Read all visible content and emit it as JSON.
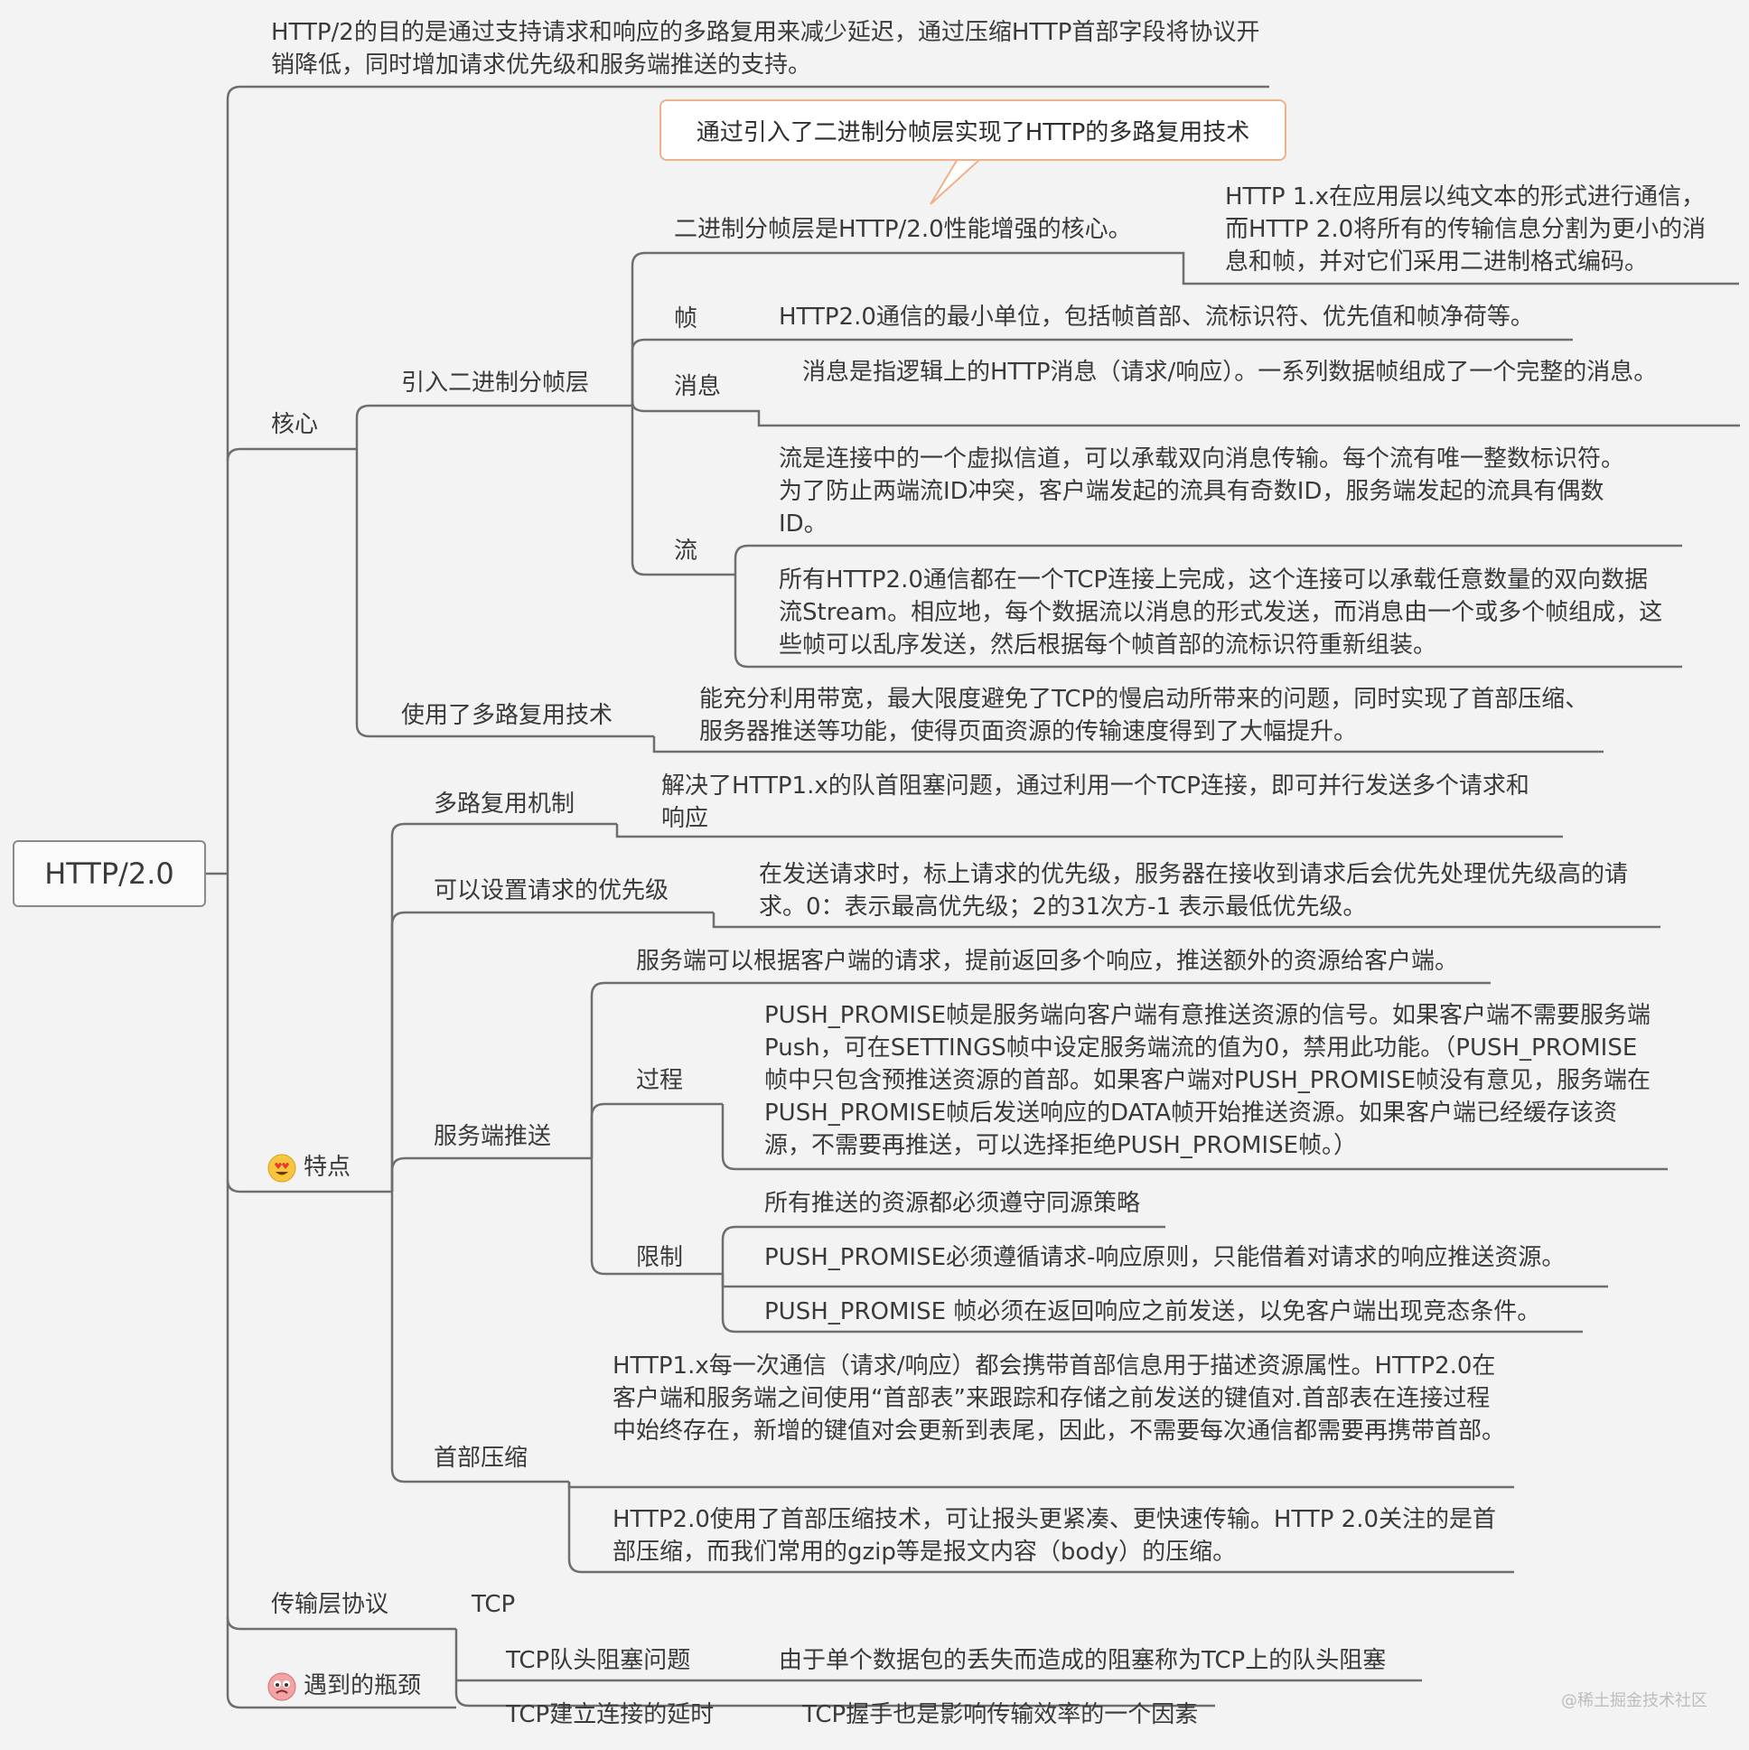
{
  "root": "HTTP/2.0",
  "intro": "HTTP/2的目的是通过支持请求和响应的多路复用来减少延迟，通过压缩HTTP首部字段将协议开销降低，同时增加请求优先级和服务端推送的支持。",
  "core": {
    "label": "核心",
    "binary_framing": {
      "label": "引入二进制分帧层",
      "callout": "通过引入了二进制分帧层实现了HTTP的多路复用技术",
      "summary": "二进制分帧层是HTTP/2.0性能增强的核心。",
      "summary_detail": "HTTP 1.x在应用层以纯文本的形式进行通信，而HTTP 2.0将所有的传输信息分割为更小的消息和帧，并对它们采用二进制格式编码。",
      "frame_label": "帧",
      "frame_desc": "HTTP2.0通信的最小单位，包括帧首部、流标识符、优先值和帧净荷等。",
      "message_label": "消息",
      "message_desc": "消息是指逻辑上的HTTP消息（请求/响应）。一系列数据帧组成了一个完整的消息。",
      "stream_label": "流",
      "stream_desc1": "流是连接中的一个虚拟信道，可以承载双向消息传输。每个流有唯一整数标识符。为了防止两端流ID冲突，客户端发起的流具有奇数ID，服务端发起的流具有偶数ID。",
      "stream_desc2": "所有HTTP2.0通信都在一个TCP连接上完成，这个连接可以承载任意数量的双向数据流Stream。相应地，每个数据流以消息的形式发送，而消息由一个或多个帧组成，这些帧可以乱序发送，然后根据每个帧首部的流标识符重新组装。"
    },
    "multiplex": {
      "label": "使用了多路复用技术",
      "desc": "能充分利用带宽，最大限度避免了TCP的慢启动所带来的问题，同时实现了首部压缩、服务器推送等功能，使得页面资源的传输速度得到了大幅提升。"
    }
  },
  "features": {
    "label": "特点",
    "multiplex": {
      "label": "多路复用机制",
      "desc": "解决了HTTP1.x的队首阻塞问题，通过利用一个TCP连接，即可并行发送多个请求和响应"
    },
    "priority": {
      "label": "可以设置请求的优先级",
      "desc": "在发送请求时，标上请求的优先级，服务器在接收到请求后会优先处理优先级高的请求。0：表示最高优先级；2的31次方-1 表示最低优先级。"
    },
    "push": {
      "label": "服务端推送",
      "desc": "服务端可以根据客户端的请求，提前返回多个响应，推送额外的资源给客户端。",
      "process_label": "过程",
      "process_desc": "PUSH_PROMISE帧是服务端向客户端有意推送资源的信号。如果客户端不需要服务端Push，可在SETTINGS帧中设定服务端流的值为0，禁用此功能。（PUSH_PROMISE帧中只包含预推送资源的首部。如果客户端对PUSH_PROMISE帧没有意见，服务端在PUSH_PROMISE帧后发送响应的DATA帧开始推送资源。如果客户端已经缓存该资源，不需要再推送，可以选择拒绝PUSH_PROMISE帧。）",
      "limit_label": "限制",
      "limit1": "所有推送的资源都必须遵守同源策略",
      "limit2": "PUSH_PROMISE必须遵循请求-响应原则，只能借着对请求的响应推送资源。",
      "limit3": "PUSH_PROMISE 帧必须在返回响应之前发送，以免客户端出现竞态条件。"
    },
    "header": {
      "label": "首部压缩",
      "desc1": "HTTP1.x每一次通信（请求/响应）都会携带首部信息用于描述资源属性。HTTP2.0在客户端和服务端之间使用“首部表”来跟踪和存储之前发送的键值对.首部表在连接过程中始终存在，新增的键值对会更新到表尾，因此，不需要每次通信都需要再携带首部。",
      "desc2": "HTTP2.0使用了首部压缩技术，可让报头更紧凑、更快速传输。HTTP 2.0关注的是首部压缩，而我们常用的gzip等是报文内容（body）的压缩。"
    }
  },
  "transport": {
    "label": "传输层协议",
    "value": "TCP"
  },
  "bottleneck": {
    "label": "遇到的瓶颈",
    "hol_label": "TCP队头阻塞问题",
    "hol_desc": "由于单个数据包的丢失而造成的阻塞称为TCP上的队头阻塞",
    "latency_label": "TCP建立连接的延时",
    "latency_desc": "TCP握手也是影响传输效率的一个因素"
  },
  "watermark": "@稀土掘金技术社区",
  "colors": {
    "line": "#6e6e6e",
    "callout_border": "#f0b08a",
    "background": "#f3f3f3"
  }
}
